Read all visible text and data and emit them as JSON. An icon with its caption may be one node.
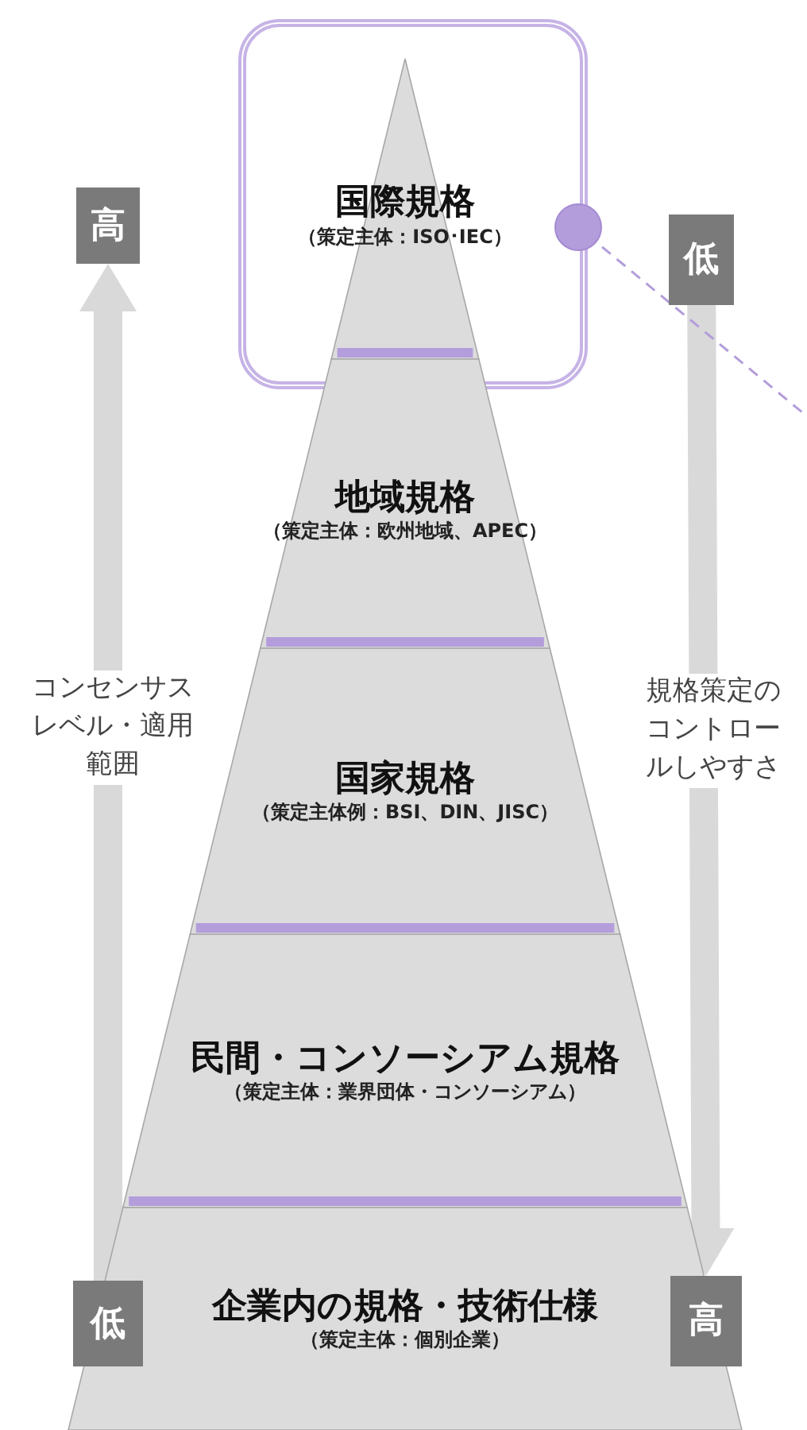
{
  "diagram": {
    "nodes": [
      {
        "text": [],
        "shape": "box"
      },
      {
        "text": [
          "国際規格",
          "（策定主体：ISO･IEC）"
        ],
        "in": 0
      },
      {
        "text": [],
        "shape": "circle"
      },
      {
        "text": [
          "地域規格",
          "（策定主体：欧州地域、APEC）"
        ]
      },
      {
        "text": [
          "国家規格",
          "（策定主体例：BSI、DIN、JISC）"
        ]
      },
      {
        "text": [
          "民間・コンソーシアム規格",
          "（策定主体：業界団体・コンソーシアム）"
        ]
      },
      {
        "text": [
          "企業内の規格・技術仕様",
          "（策定主体：個別企業）"
        ]
      },
      {
        "text": [
          "高"
        ]
      },
      {
        "text": [
          "低"
        ],
        "in": 6
      },
      {
        "text": [
          "低"
        ]
      },
      {
        "text": [
          "高"
        ],
        "in": 6
      }
    ],
    "edges": [
      {
        "from": 8,
        "to": 7,
        "arrow": "to",
        "label": "コンセンサスレベル・適用範囲"
      },
      {
        "from": 9,
        "to": 10,
        "arrow": "to",
        "label": "規格策定のコントロールしやすさ"
      },
      {
        "from": 2,
        "to": null,
        "arrow": "none",
        "style": "dashed",
        "color": "#b39ddb"
      }
    ]
  }
}
